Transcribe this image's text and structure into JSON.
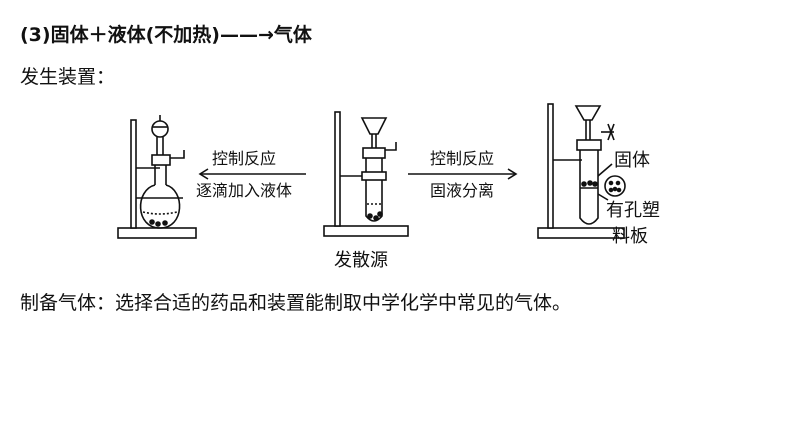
{
  "heading": "(3)固体＋液体(不加热)——→气体",
  "subheading": "发生装置：",
  "left_arrow": {
    "label_top": "控制反应",
    "label_bottom": "逐滴加入液体"
  },
  "right_arrow": {
    "label_top": "控制反应",
    "label_bottom": "固液分离"
  },
  "center_caption": "发散源",
  "right_labels": {
    "solid": "固体",
    "plate_line1": "有孔塑",
    "plate_line2": "料板"
  },
  "footer": "制备气体：选择合适的药品和装置能制取中学化学中常见的气体。"
}
